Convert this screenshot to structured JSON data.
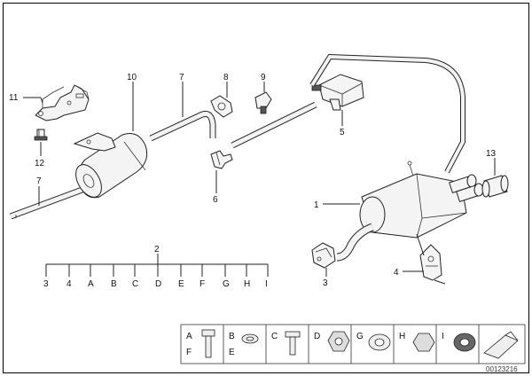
{
  "frame_color": "#000000",
  "callouts": {
    "c1": "1",
    "c2": "2",
    "c3a": "3",
    "c3b": "3",
    "c4": "4",
    "c5": "5",
    "c6": "6",
    "c7a": "7",
    "c7b": "7",
    "c8": "8",
    "c9": "9",
    "c10": "10",
    "c11": "11",
    "c12": "12",
    "c13": "13"
  },
  "breakout_labels": [
    "3",
    "4",
    "A",
    "B",
    "C",
    "D",
    "E",
    "F",
    "G",
    "H",
    "I"
  ],
  "legend": {
    "cells": [
      {
        "top": "A",
        "bottom": "F",
        "icon": "bolt-icon"
      },
      {
        "top": "B",
        "bottom": "E",
        "icon": "washer-icon"
      },
      {
        "top": "C",
        "bottom": "",
        "icon": "flange-bolt-icon"
      },
      {
        "top": "D",
        "bottom": "",
        "icon": "hex-nut-icon"
      },
      {
        "top": "G",
        "bottom": "",
        "icon": "gasket-icon"
      },
      {
        "top": "H",
        "bottom": "",
        "icon": "cap-nut-icon"
      },
      {
        "top": "I",
        "bottom": "",
        "icon": "rubber-mount-icon"
      },
      {
        "top": "",
        "bottom": "",
        "icon": "sealant-tube-icon"
      }
    ]
  },
  "diagram_ref": "00123216"
}
